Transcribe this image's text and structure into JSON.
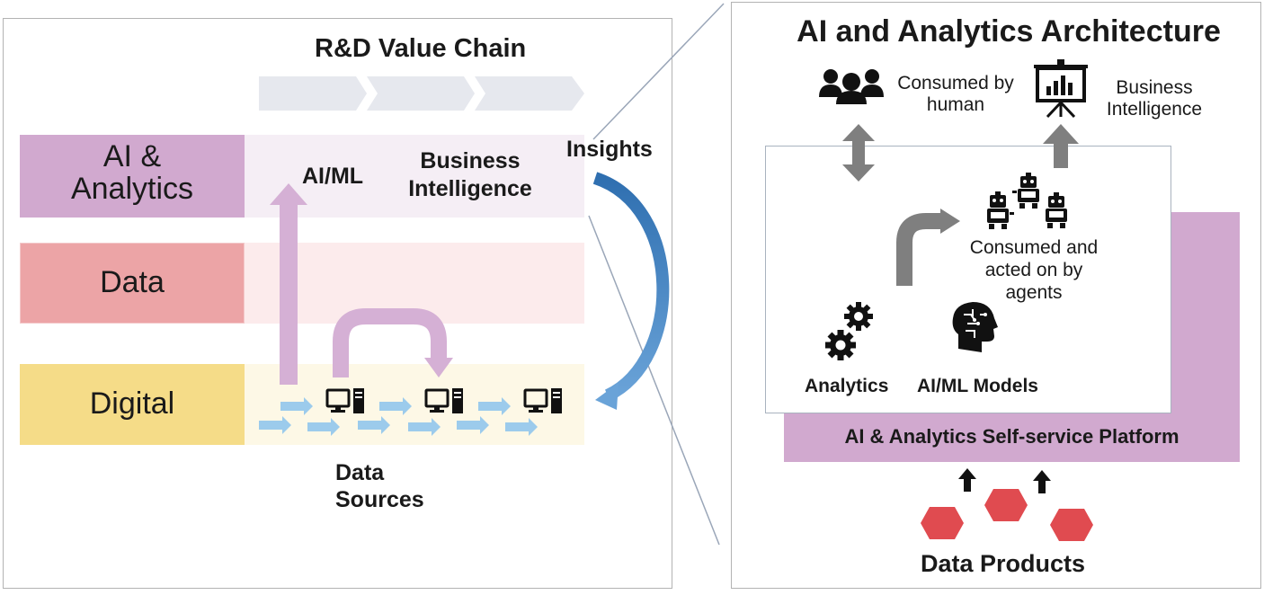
{
  "left_panel": {
    "title": "R&D Value Chain",
    "rows": [
      {
        "label": "AI &",
        "label2": "Analytics"
      },
      {
        "label": "Data"
      },
      {
        "label": "Digital"
      }
    ],
    "aiml_label": "AI/ML",
    "bi_label_1": "Business",
    "bi_label_2": "Intelligence",
    "insights_label": "Insights",
    "sources_label_1": "Data",
    "sources_label_2": "Sources"
  },
  "right_panel": {
    "title": "AI and Analytics Architecture",
    "consumed_human_1": "Consumed by",
    "consumed_human_2": "human",
    "bi_1": "Business",
    "bi_2": "Intelligence",
    "agents_1": "Consumed and",
    "agents_2": "acted on by",
    "agents_3": "agents",
    "analytics_label": "Analytics",
    "aiml_models_label": "AI/ML Models",
    "platform_label": "AI & Analytics Self-service Platform",
    "data_products_label": "Data Products"
  },
  "colors": {
    "ai_row": "#d1a9cf",
    "ai_band": "#f5eef5",
    "data_row": "#eca4a6",
    "data_band": "#fcebec",
    "digital_row": "#f5dc88",
    "digital_band": "#fdf8e6",
    "purple_arrow": "#d5b0d5",
    "insight_arrow": "#3a7bbf",
    "flow_arrow": "#9ccbec",
    "platform": "#d1a9cf",
    "hexagon": "#e04b50",
    "gray_arrow": "#7f7f7f"
  }
}
